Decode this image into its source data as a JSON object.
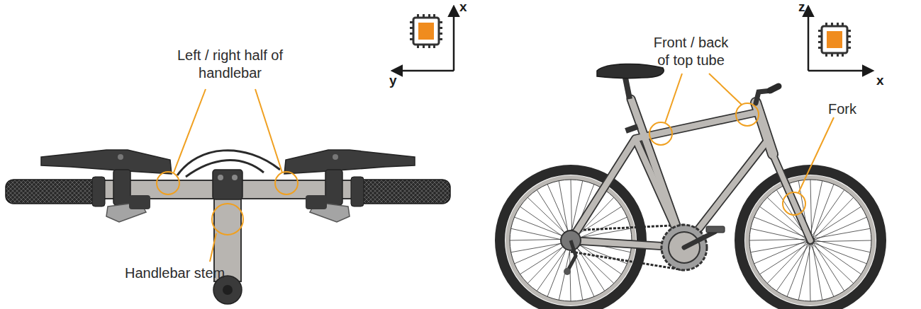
{
  "diagram": {
    "labels": [
      "Left / right half of handlebar",
      "Handlebar stem",
      "Front / back of top tube",
      "Fork",
      "x",
      "y",
      "z",
      "x"
    ]
  }
}
